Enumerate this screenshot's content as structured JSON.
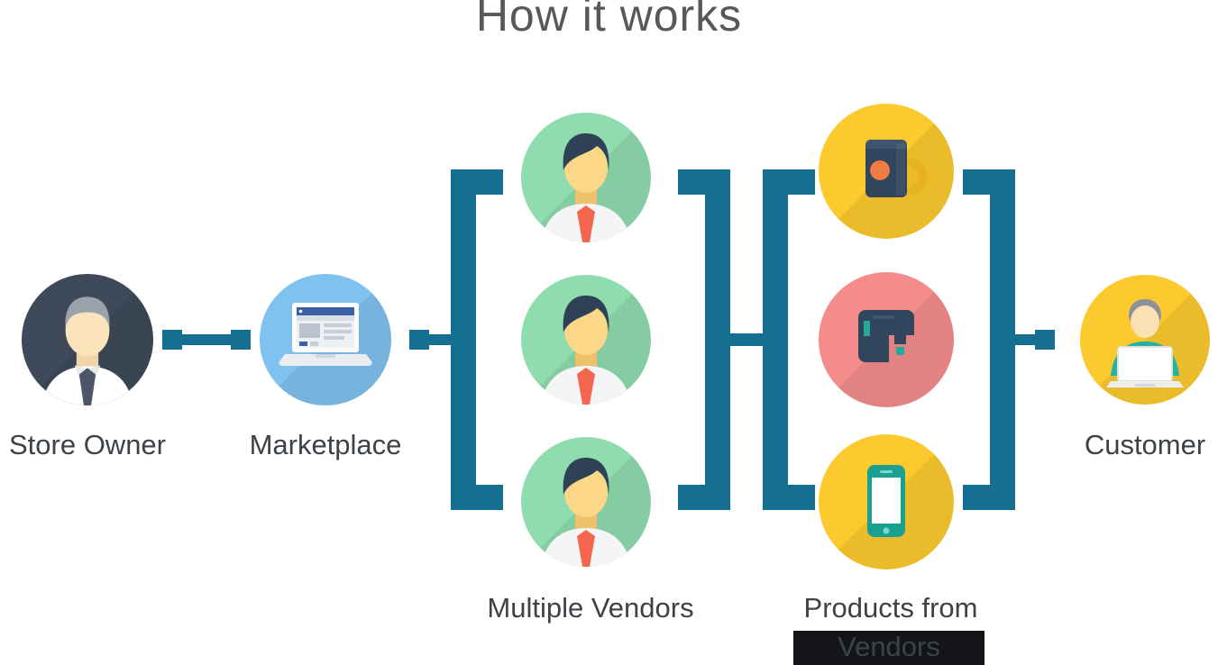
{
  "title": "How it works",
  "nodes": {
    "store_owner": {
      "label": "Store Owner",
      "icon": "store-owner-person-icon"
    },
    "marketplace": {
      "label": "Marketplace",
      "icon": "marketplace-laptop-icon"
    },
    "vendors": {
      "label": "Multiple Vendors",
      "count": 3,
      "icon": "vendor-person-icon"
    },
    "products": {
      "label_line1": "Products from",
      "label_line2": "Vendors",
      "items": [
        "coffee-mug-icon",
        "printer-machine-icon",
        "smartphone-icon"
      ]
    },
    "customer": {
      "label": "Customer",
      "icon": "customer-at-laptop-icon"
    }
  },
  "colors": {
    "connector_teal": "#156f91",
    "store_owner_bg": "#3e4a5a",
    "marketplace_bg": "#7fc2ef",
    "vendor_bg": "#8fdcae",
    "product_yellow_bg": "#fcc92e",
    "product_pink_bg": "#f48c8c",
    "customer_bg": "#fcc92e",
    "title_text": "#55595c",
    "label_text": "#3d4247",
    "vendors_caption_band": "#141518"
  }
}
